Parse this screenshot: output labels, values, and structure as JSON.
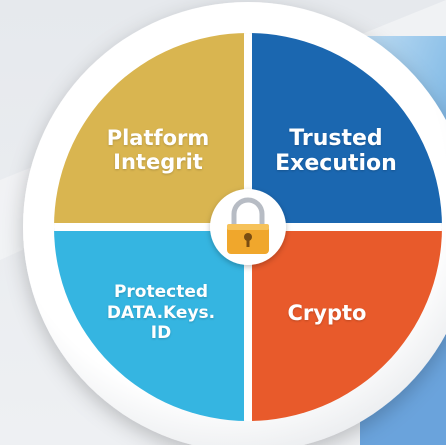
{
  "diagram": {
    "quadrants": [
      {
        "id": "top-left",
        "lines": [
          "Platform",
          "Integrit"
        ],
        "color": "#d9b550"
      },
      {
        "id": "top-right",
        "lines": [
          "Trusted",
          "Execution"
        ],
        "color": "#1b67b0"
      },
      {
        "id": "bottom-left",
        "lines": [
          "Protected",
          "DATA.Keys.",
          "ID"
        ],
        "color": "#35b5e1"
      },
      {
        "id": "bottom-right",
        "lines": [
          "Crypto"
        ],
        "color": "#e85a2b"
      }
    ],
    "center_icon": "padlock-icon",
    "colors": {
      "ring": "#f4f5f7",
      "divider": "#ffffff",
      "background": "#e9ecef",
      "panel_blue": "#7fb7e3",
      "lock_body": "#f0a72c",
      "lock_shackle": "#b7bcc4"
    }
  }
}
